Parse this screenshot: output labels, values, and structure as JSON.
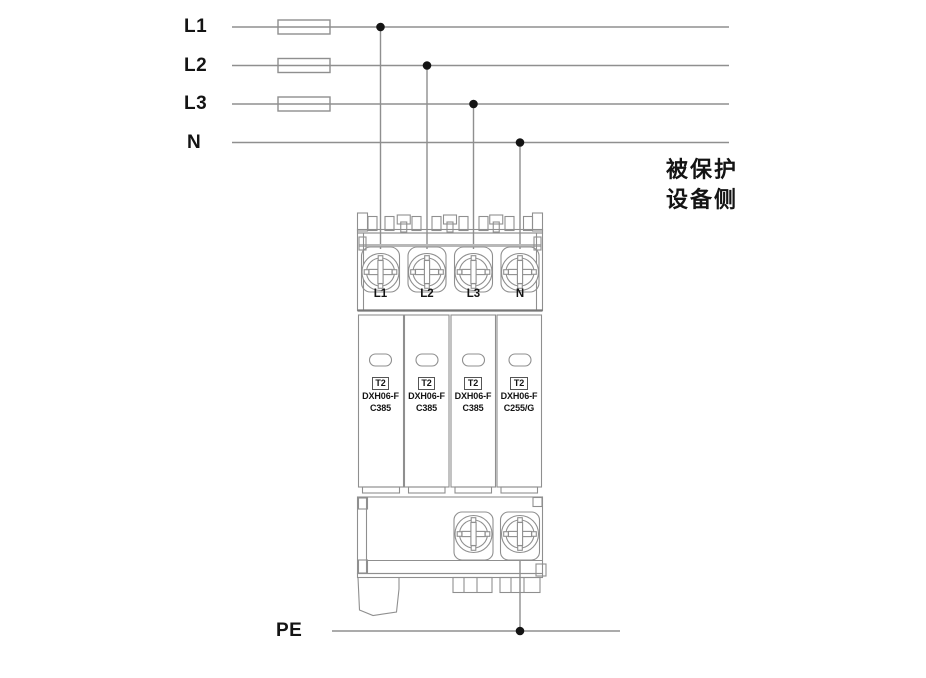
{
  "diagram": {
    "feeder": {
      "lines": [
        {
          "label": "L1",
          "has_fuse": true
        },
        {
          "label": "L2",
          "has_fuse": true
        },
        {
          "label": "L3",
          "has_fuse": true
        },
        {
          "label": "N",
          "has_fuse": false
        }
      ],
      "pe_label": "PE",
      "protected_side_note": [
        "被保护",
        "设备侧"
      ]
    },
    "device": {
      "terminals": [
        "L1",
        "L2",
        "L3",
        "N"
      ],
      "modules": [
        {
          "type_class": "T2",
          "model": "DXH06-F",
          "spec": "C385"
        },
        {
          "type_class": "T2",
          "model": "DXH06-F",
          "spec": "C385"
        },
        {
          "type_class": "T2",
          "model": "DXH06-F",
          "spec": "C385"
        },
        {
          "type_class": "T2",
          "model": "DXH06-F",
          "spec": "C255/G"
        }
      ]
    },
    "colors": {
      "wire": "#8f8f8f",
      "outline": "#8f8f8f",
      "ink": "#141414",
      "shade": "#b8b8b8",
      "thick": "#777777"
    }
  }
}
